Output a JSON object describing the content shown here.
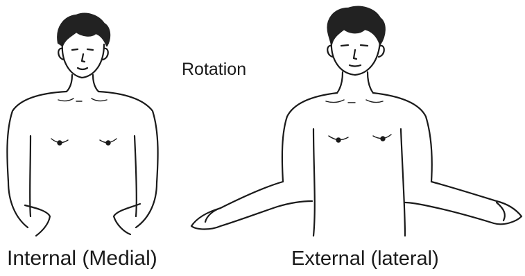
{
  "diagram": {
    "title": "Rotation",
    "figures": [
      {
        "label": "Internal (Medial)"
      },
      {
        "label": "External (lateral)"
      }
    ]
  },
  "style": {
    "line_color": "#1a1a1a",
    "hair_color": "#222222",
    "background": "#ffffff"
  }
}
